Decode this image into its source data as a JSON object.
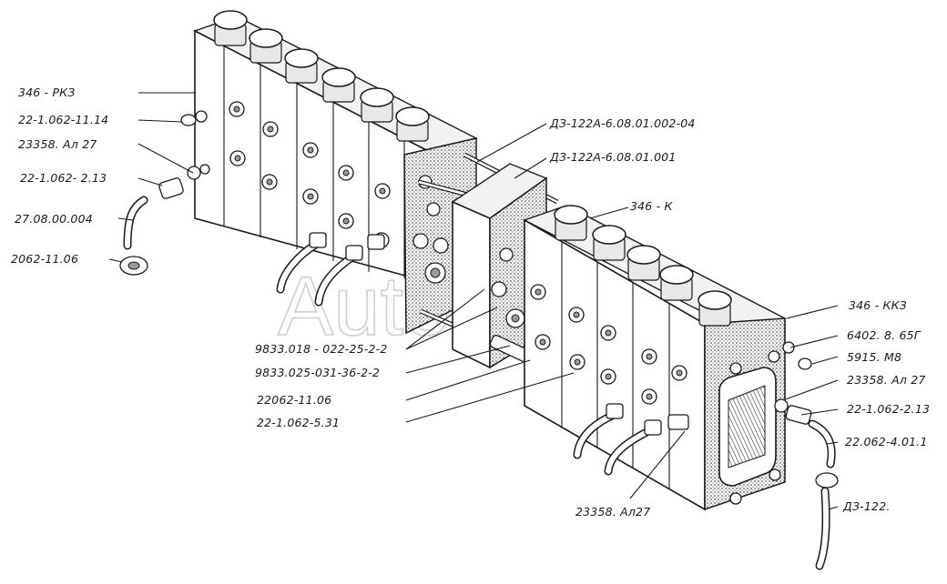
{
  "watermark": "AutoSoft",
  "callouts": [
    {
      "id": "346-rk3",
      "text": "346 - РКЗ"
    },
    {
      "id": "22-1062-11-14",
      "text": "22-1.062-11.14"
    },
    {
      "id": "23358-al27-top",
      "text": "23358. Ал 27"
    },
    {
      "id": "22-1062-2-13-left",
      "text": "22-1.062- 2.13"
    },
    {
      "id": "27-08-00-004",
      "text": "27.08.00.004"
    },
    {
      "id": "2062-11-06",
      "text": "2062-11.06"
    },
    {
      "id": "d3-122a-002-04",
      "text": "ДЗ-122А-6.08.01.002-04"
    },
    {
      "id": "d3-122a-001",
      "text": "ДЗ-122А-6.08.01.001"
    },
    {
      "id": "346-k",
      "text": "346 - К"
    },
    {
      "id": "346-kk3",
      "text": "346 - ККЗ"
    },
    {
      "id": "6402-8-65g",
      "text": "6402. 8. 65Г"
    },
    {
      "id": "5915-m8",
      "text": "5915. М8"
    },
    {
      "id": "23358-al27-right",
      "text": "23358. Ал 27"
    },
    {
      "id": "22-1062-2-13-right",
      "text": "22-1.062-2.13"
    },
    {
      "id": "22-062-4-01-1",
      "text": "22.062-4.01.1"
    },
    {
      "id": "d3-122",
      "text": "ДЗ-122."
    },
    {
      "id": "9833-018",
      "text": "9833.018 - 022-25-2-2"
    },
    {
      "id": "9833-025",
      "text": "9833.025-031-36-2-2"
    },
    {
      "id": "22062-11-06",
      "text": "22062-11.06"
    },
    {
      "id": "22-1062-5-31",
      "text": "22-1.062-5.31"
    },
    {
      "id": "23358-al27-bottom",
      "text": "23358. Ал27"
    }
  ]
}
